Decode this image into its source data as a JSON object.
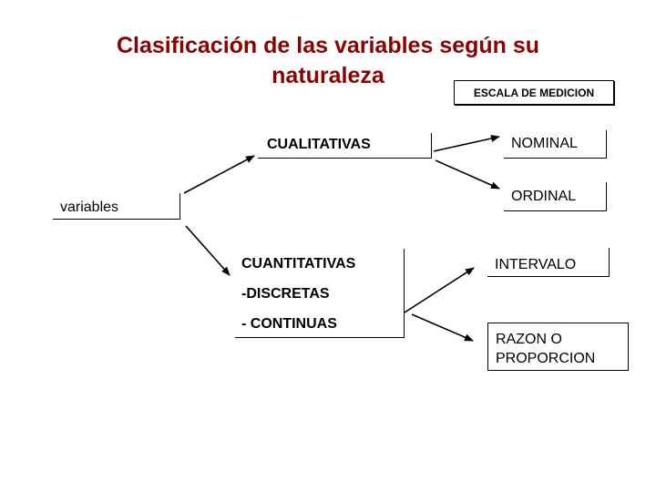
{
  "title": {
    "line1": "Clasificación de las variables según su",
    "line2": "naturaleza"
  },
  "escala_label": "ESCALA DE MEDICION",
  "nodes": {
    "cualitativas": "CUALITATIVAS",
    "variables": "variables",
    "cuantitativas": "CUANTITATIVAS",
    "discretas": "-DISCRETAS",
    "continuas": "- CONTINUAS",
    "nominal": "NOMINAL",
    "ordinal": "ORDINAL",
    "intervalo": "INTERVALO",
    "razon_line1": "RAZON O",
    "razon_line2": "PROPORCION"
  },
  "colors": {
    "title": "#8b0000",
    "lines": "#000000"
  }
}
